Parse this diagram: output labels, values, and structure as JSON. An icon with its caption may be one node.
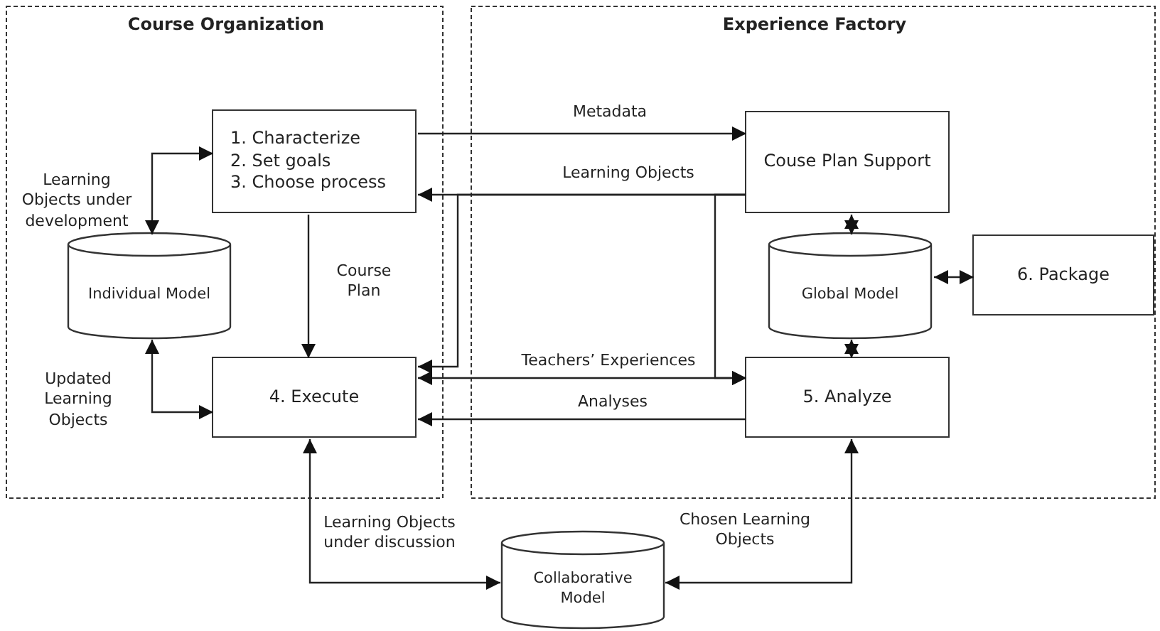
{
  "diagram": {
    "nodes": [
      {
        "text": [
          "Course Organization"
        ]
      },
      {
        "text": [
          "Experience Factory"
        ]
      },
      {
        "text": [
          "1. Characterize",
          "2. Set goals",
          "3. Choose process"
        ],
        "in": 0
      },
      {
        "text": [
          "Individual Model"
        ],
        "in": 0
      },
      {
        "text": [
          "4. Execute"
        ],
        "in": 0
      },
      {
        "text": [
          "Couse Plan Support"
        ],
        "in": 1
      },
      {
        "text": [
          "Global Model"
        ],
        "in": 1
      },
      {
        "text": [
          "5. Analyze"
        ],
        "in": 1
      },
      {
        "text": [
          "6. Package"
        ],
        "in": 1
      },
      {
        "text": [
          "Collaborative Model"
        ]
      }
    ],
    "edges": [
      {
        "from": 2,
        "to": 3,
        "arrow": "both",
        "label": "Learning Objects under development"
      },
      {
        "from": 2,
        "to": 4,
        "arrow": "to",
        "label": "Course Plan"
      },
      {
        "from": 3,
        "to": 4,
        "arrow": "both",
        "label": "Updated Learning Objects"
      },
      {
        "from": 2,
        "to": 5,
        "arrow": "to",
        "label": "Metadata"
      },
      {
        "from": 5,
        "to": 2,
        "arrow": "to",
        "label": "Learning Objects"
      },
      {
        "from": 5,
        "to": 4,
        "arrow": "to"
      },
      {
        "from": 5,
        "to": 7,
        "arrow": "to"
      },
      {
        "from": 4,
        "to": 7,
        "arrow": "both",
        "label": "Teachers’ Experiences"
      },
      {
        "from": 7,
        "to": 4,
        "arrow": "to",
        "label": "Analyses"
      },
      {
        "from": 5,
        "to": 6,
        "arrow": "both"
      },
      {
        "from": 6,
        "to": 7,
        "arrow": "both"
      },
      {
        "from": 6,
        "to": 8,
        "arrow": "both"
      },
      {
        "from": 4,
        "to": 9,
        "arrow": "both",
        "label": "Learning Objects under discussion"
      },
      {
        "from": 9,
        "to": 7,
        "arrow": "both",
        "label": "Chosen Learning Objects"
      }
    ]
  }
}
